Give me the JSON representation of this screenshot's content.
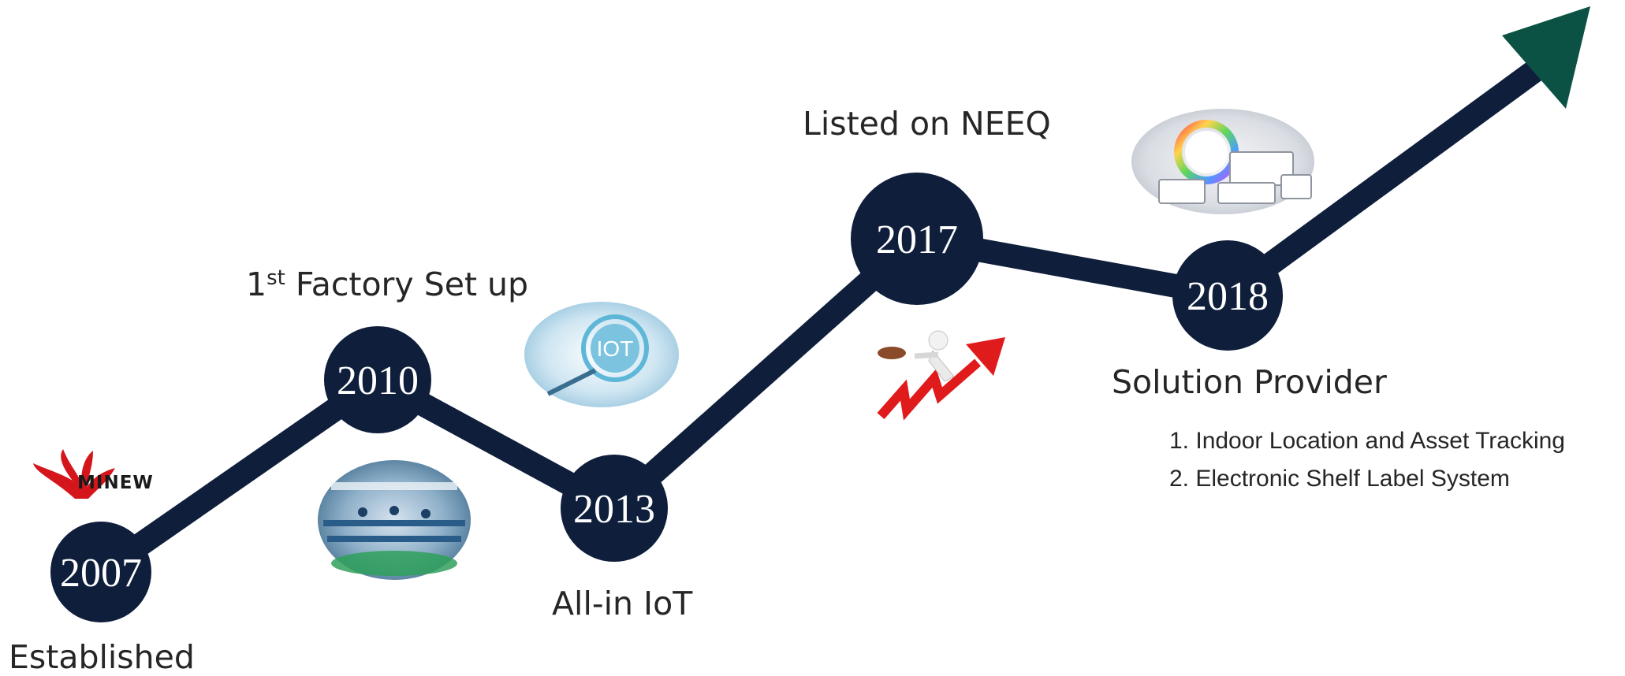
{
  "milestones": [
    {
      "year": "2007",
      "label": "Established"
    },
    {
      "year": "2010",
      "label_prefix": "1",
      "label_sup": "st",
      "label": "Factory Set up"
    },
    {
      "year": "2013",
      "label": "All-in IoT"
    },
    {
      "year": "2017",
      "label": "Listed on NEEQ"
    },
    {
      "year": "2018",
      "label": "Solution Provider"
    }
  ],
  "solutions": [
    "1. Indoor Location and Asset Tracking",
    "2. Electronic Shelf Label System"
  ],
  "logo": {
    "text": "MINEW"
  },
  "iot_badge": "IOT",
  "colors": {
    "line": "#0e1e3b",
    "arrow_head": "#0b5245",
    "logo_red": "#d4161c",
    "growth_arrow": "#e01b1b"
  }
}
